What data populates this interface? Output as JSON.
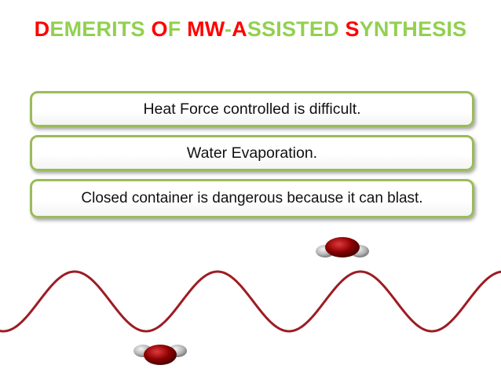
{
  "title": {
    "segments": [
      {
        "text": "D",
        "color": "#ff0000"
      },
      {
        "text": "EMERITS ",
        "color": "#92d050"
      },
      {
        "text": "O",
        "color": "#ff0000"
      },
      {
        "text": "F ",
        "color": "#92d050"
      },
      {
        "text": "MW",
        "color": "#ff0000"
      },
      {
        "text": "-",
        "color": "#92d050"
      },
      {
        "text": "A",
        "color": "#ff0000"
      },
      {
        "text": "SSISTED ",
        "color": "#92d050"
      },
      {
        "text": "S",
        "color": "#ff0000"
      },
      {
        "text": "YNTHESIS",
        "color": "#92d050"
      }
    ]
  },
  "points": [
    {
      "text": "Heat Force controlled is difficult."
    },
    {
      "text": "Water Evaporation."
    },
    {
      "text": "Closed container is dangerous because it can blast."
    }
  ],
  "colors": {
    "box_border": "#9bbb59",
    "wave": "#9e1c24",
    "oxygen": "#8b0000",
    "hydrogen": "#bfbfbf"
  },
  "decorations": {
    "wave": "microwave-sine-wave",
    "molecules": [
      "water-molecule-icon",
      "water-molecule-icon"
    ]
  }
}
